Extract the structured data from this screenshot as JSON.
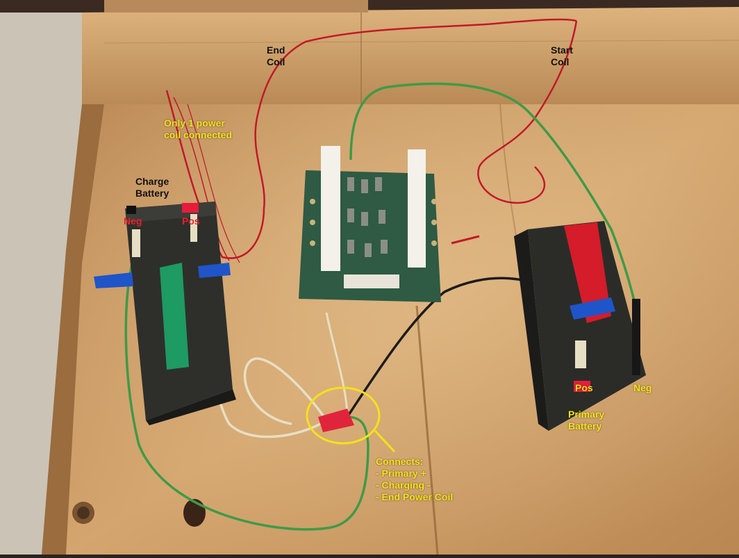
{
  "colors": {
    "label_yellow": "#f4e21a",
    "label_black": "#111111",
    "label_red": "#e8202a",
    "plywood": "#c99863",
    "board": "#d1a672",
    "carpet": "#cfc6b8",
    "wire_red": "#c2182a",
    "wire_green": "#3f9a48",
    "wire_white": "#e7dfc4",
    "wire_black": "#1c1c1c",
    "pcb": "#2f5a44",
    "battery": "#2e2f2b",
    "tape_blue": "#1f55c9",
    "tape_green": "#1e9a63"
  },
  "labels": {
    "end_coil": "End\nCoil",
    "start_coil": "Start\nCoil",
    "power_coil": "Only 1 power\ncoil connected",
    "charge_battery": "Charge\nBattery",
    "charge_neg": "Neg",
    "charge_pos": "Pos",
    "primary_pos": "Pos",
    "primary_neg": "Neg",
    "primary_battery": "Primary\nBattery",
    "connects": "Connects:\n- Primary +\n- Charging -\n- End Power Coil"
  },
  "icons": {
    "highlight": "circle-highlight-icon",
    "callout": "callout-line-icon"
  }
}
